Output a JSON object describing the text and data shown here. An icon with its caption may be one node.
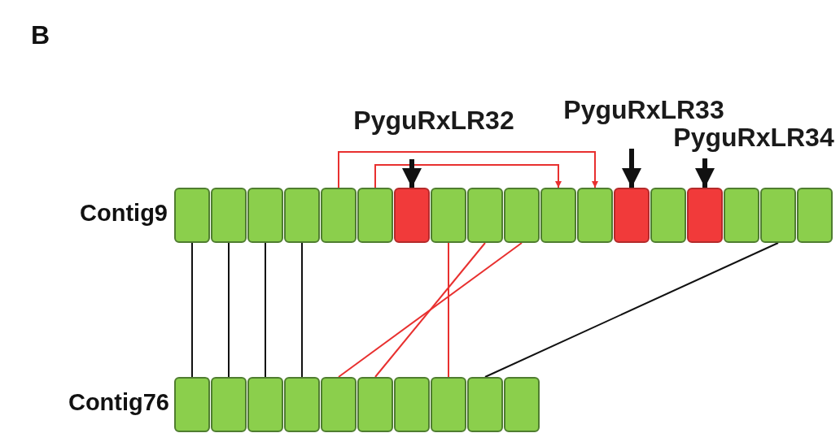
{
  "diagram": {
    "nodes": [
      {
        "text": [
          "PyguRxLR32"
        ]
      },
      {
        "text": [
          "PyguRxLR33"
        ]
      },
      {
        "text": [
          "PyguRxLR34"
        ]
      },
      {
        "text": [],
        "shape": "box"
      },
      {
        "text": [],
        "shape": "box"
      },
      {
        "text": [],
        "shape": "box"
      },
      {
        "text": [],
        "shape": "box"
      },
      {
        "text": [],
        "shape": "box"
      },
      {
        "text": [],
        "shape": "box"
      },
      {
        "text": [],
        "shape": "box"
      },
      {
        "text": [],
        "shape": "box"
      },
      {
        "text": [],
        "shape": "box"
      },
      {
        "text": [],
        "shape": "box"
      },
      {
        "text": [],
        "shape": "box"
      },
      {
        "text": [],
        "shape": "box"
      },
      {
        "text": [],
        "shape": "box"
      },
      {
        "text": [],
        "shape": "box"
      },
      {
        "text": [],
        "shape": "box"
      },
      {
        "text": [],
        "shape": "box"
      },
      {
        "text": [],
        "shape": "box"
      },
      {
        "text": [],
        "shape": "box"
      },
      {
        "text": [],
        "shape": "box"
      },
      {
        "text": [],
        "shape": "box"
      },
      {
        "text": [],
        "shape": "box"
      },
      {
        "text": [],
        "shape": "box"
      },
      {
        "text": [],
        "shape": "box"
      },
      {
        "text": [],
        "shape": "box"
      },
      {
        "text": [],
        "shape": "box"
      },
      {
        "text": [],
        "shape": "box"
      },
      {
        "text": [],
        "shape": "box"
      },
      {
        "text": [],
        "shape": "box"
      }
    ],
    "edges": [
      {
        "from": 3,
        "to": 21,
        "arrow": "none"
      },
      {
        "from": 4,
        "to": 22,
        "arrow": "none"
      },
      {
        "from": 5,
        "to": 23,
        "arrow": "none"
      },
      {
        "from": 6,
        "to": 24,
        "arrow": "none"
      },
      {
        "from": 12,
        "to": 25,
        "arrow": "none",
        "color": "#e8302f"
      },
      {
        "from": 11,
        "to": 26,
        "arrow": "none",
        "color": "#e8302f"
      },
      {
        "from": 10,
        "to": 28,
        "arrow": "none",
        "color": "#e8302f"
      },
      {
        "from": 19,
        "to": 29,
        "arrow": "none"
      },
      {
        "from": 7,
        "to": 14,
        "arrow": "to",
        "color": "#e8302f"
      },
      {
        "from": 8,
        "to": 13,
        "arrow": "to",
        "color": "#e8302f"
      },
      {
        "from": 0,
        "to": 9,
        "arrow": "to",
        "style": "thick"
      },
      {
        "from": 1,
        "to": 15,
        "arrow": "to",
        "style": "thick"
      },
      {
        "from": 2,
        "to": 17,
        "arrow": "to",
        "style": "thick"
      }
    ],
    "labels": [
      "B",
      "Contig9",
      "Contig76"
    ]
  }
}
